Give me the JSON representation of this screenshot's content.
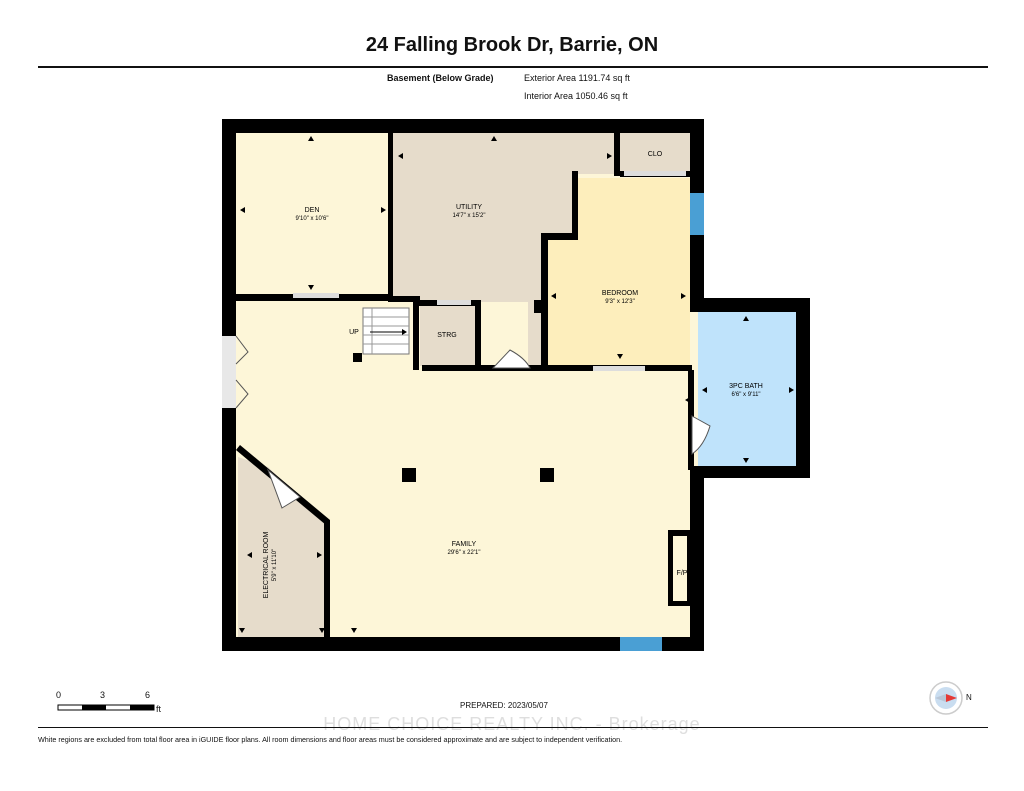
{
  "header": {
    "title": "24 Falling Brook Dr, Barrie, ON",
    "level": "Basement (Below Grade)",
    "exterior_area": "Exterior Area 1191.74 sq ft",
    "interior_area": "Interior Area 1050.46 sq ft"
  },
  "rooms": {
    "den": {
      "name": "DEN",
      "dim": "9'10\" x 10'6\""
    },
    "utility": {
      "name": "UTILITY",
      "dim": "14'7\" x 15'2\""
    },
    "clo": {
      "name": "CLO"
    },
    "bedroom": {
      "name": "BEDROOM",
      "dim": "9'3\" x 12'3\""
    },
    "bath": {
      "name": "3PC BATH",
      "dim": "6'6\" x 9'11\""
    },
    "strg": {
      "name": "STRG"
    },
    "stairs": {
      "name": "UP"
    },
    "family": {
      "name": "FAMILY",
      "dim": "29'6\" x 22'1\""
    },
    "electrical": {
      "name": "ELECTRICAL ROOM",
      "dim": "5'9\" x 11'10\""
    },
    "fireplace": {
      "name": "F/P"
    }
  },
  "scale": {
    "ticks": [
      "0",
      "3",
      "6"
    ],
    "unit": "ft"
  },
  "compass": {
    "label": "N"
  },
  "footer": {
    "prepared": "PREPARED: 2023/05/07",
    "watermark": "HOME CHOICE REALTY INC. - Brokerage",
    "disclaimer": "White regions are excluded from total floor area in iGUIDE floor plans. All room dimensions and floor areas must be considered approximate and are subject to independent verification."
  },
  "colors": {
    "wall": "#000000",
    "den": "#fdf6d8",
    "family": "#fdf6d8",
    "utility": "#e6dccb",
    "bedroom": "#fdeebc",
    "bath": "#bfe3fb",
    "window": "#4a9fd4",
    "door": "#dddddd"
  }
}
